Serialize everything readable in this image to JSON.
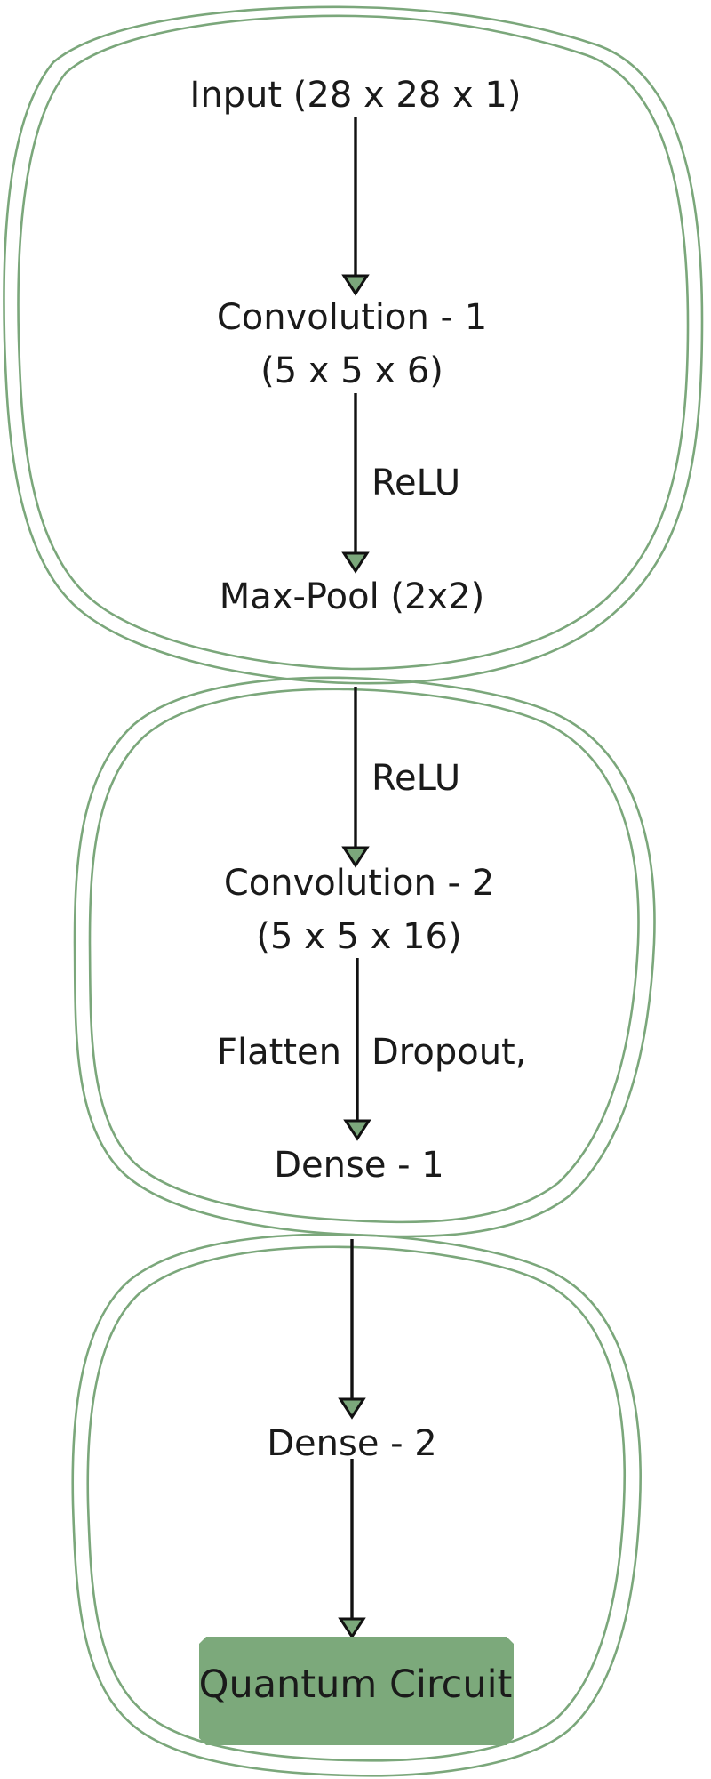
{
  "colors": {
    "group_outline": "#7ba77b",
    "arrow_fill": "#7ba77b",
    "edge": "#111111",
    "quantum_box": "#7ca97b",
    "text": "#1a1a1a"
  },
  "nodes": {
    "input": "Input (28 x 28 x 1)",
    "conv1_line1": "Convolution - 1",
    "conv1_line2": "(5 x 5 x 6)",
    "maxpool": "Max-Pool (2x2)",
    "conv2_line1": "Convolution - 2",
    "conv2_line2": "(5 x 5 x 16)",
    "dense1": "Dense - 1",
    "dense2": "Dense - 2",
    "quantum": "Quantum Circuit"
  },
  "edges": {
    "relu_1": "ReLU",
    "relu_2": "ReLU",
    "flatten": "Flatten",
    "dropout": "Dropout,"
  }
}
